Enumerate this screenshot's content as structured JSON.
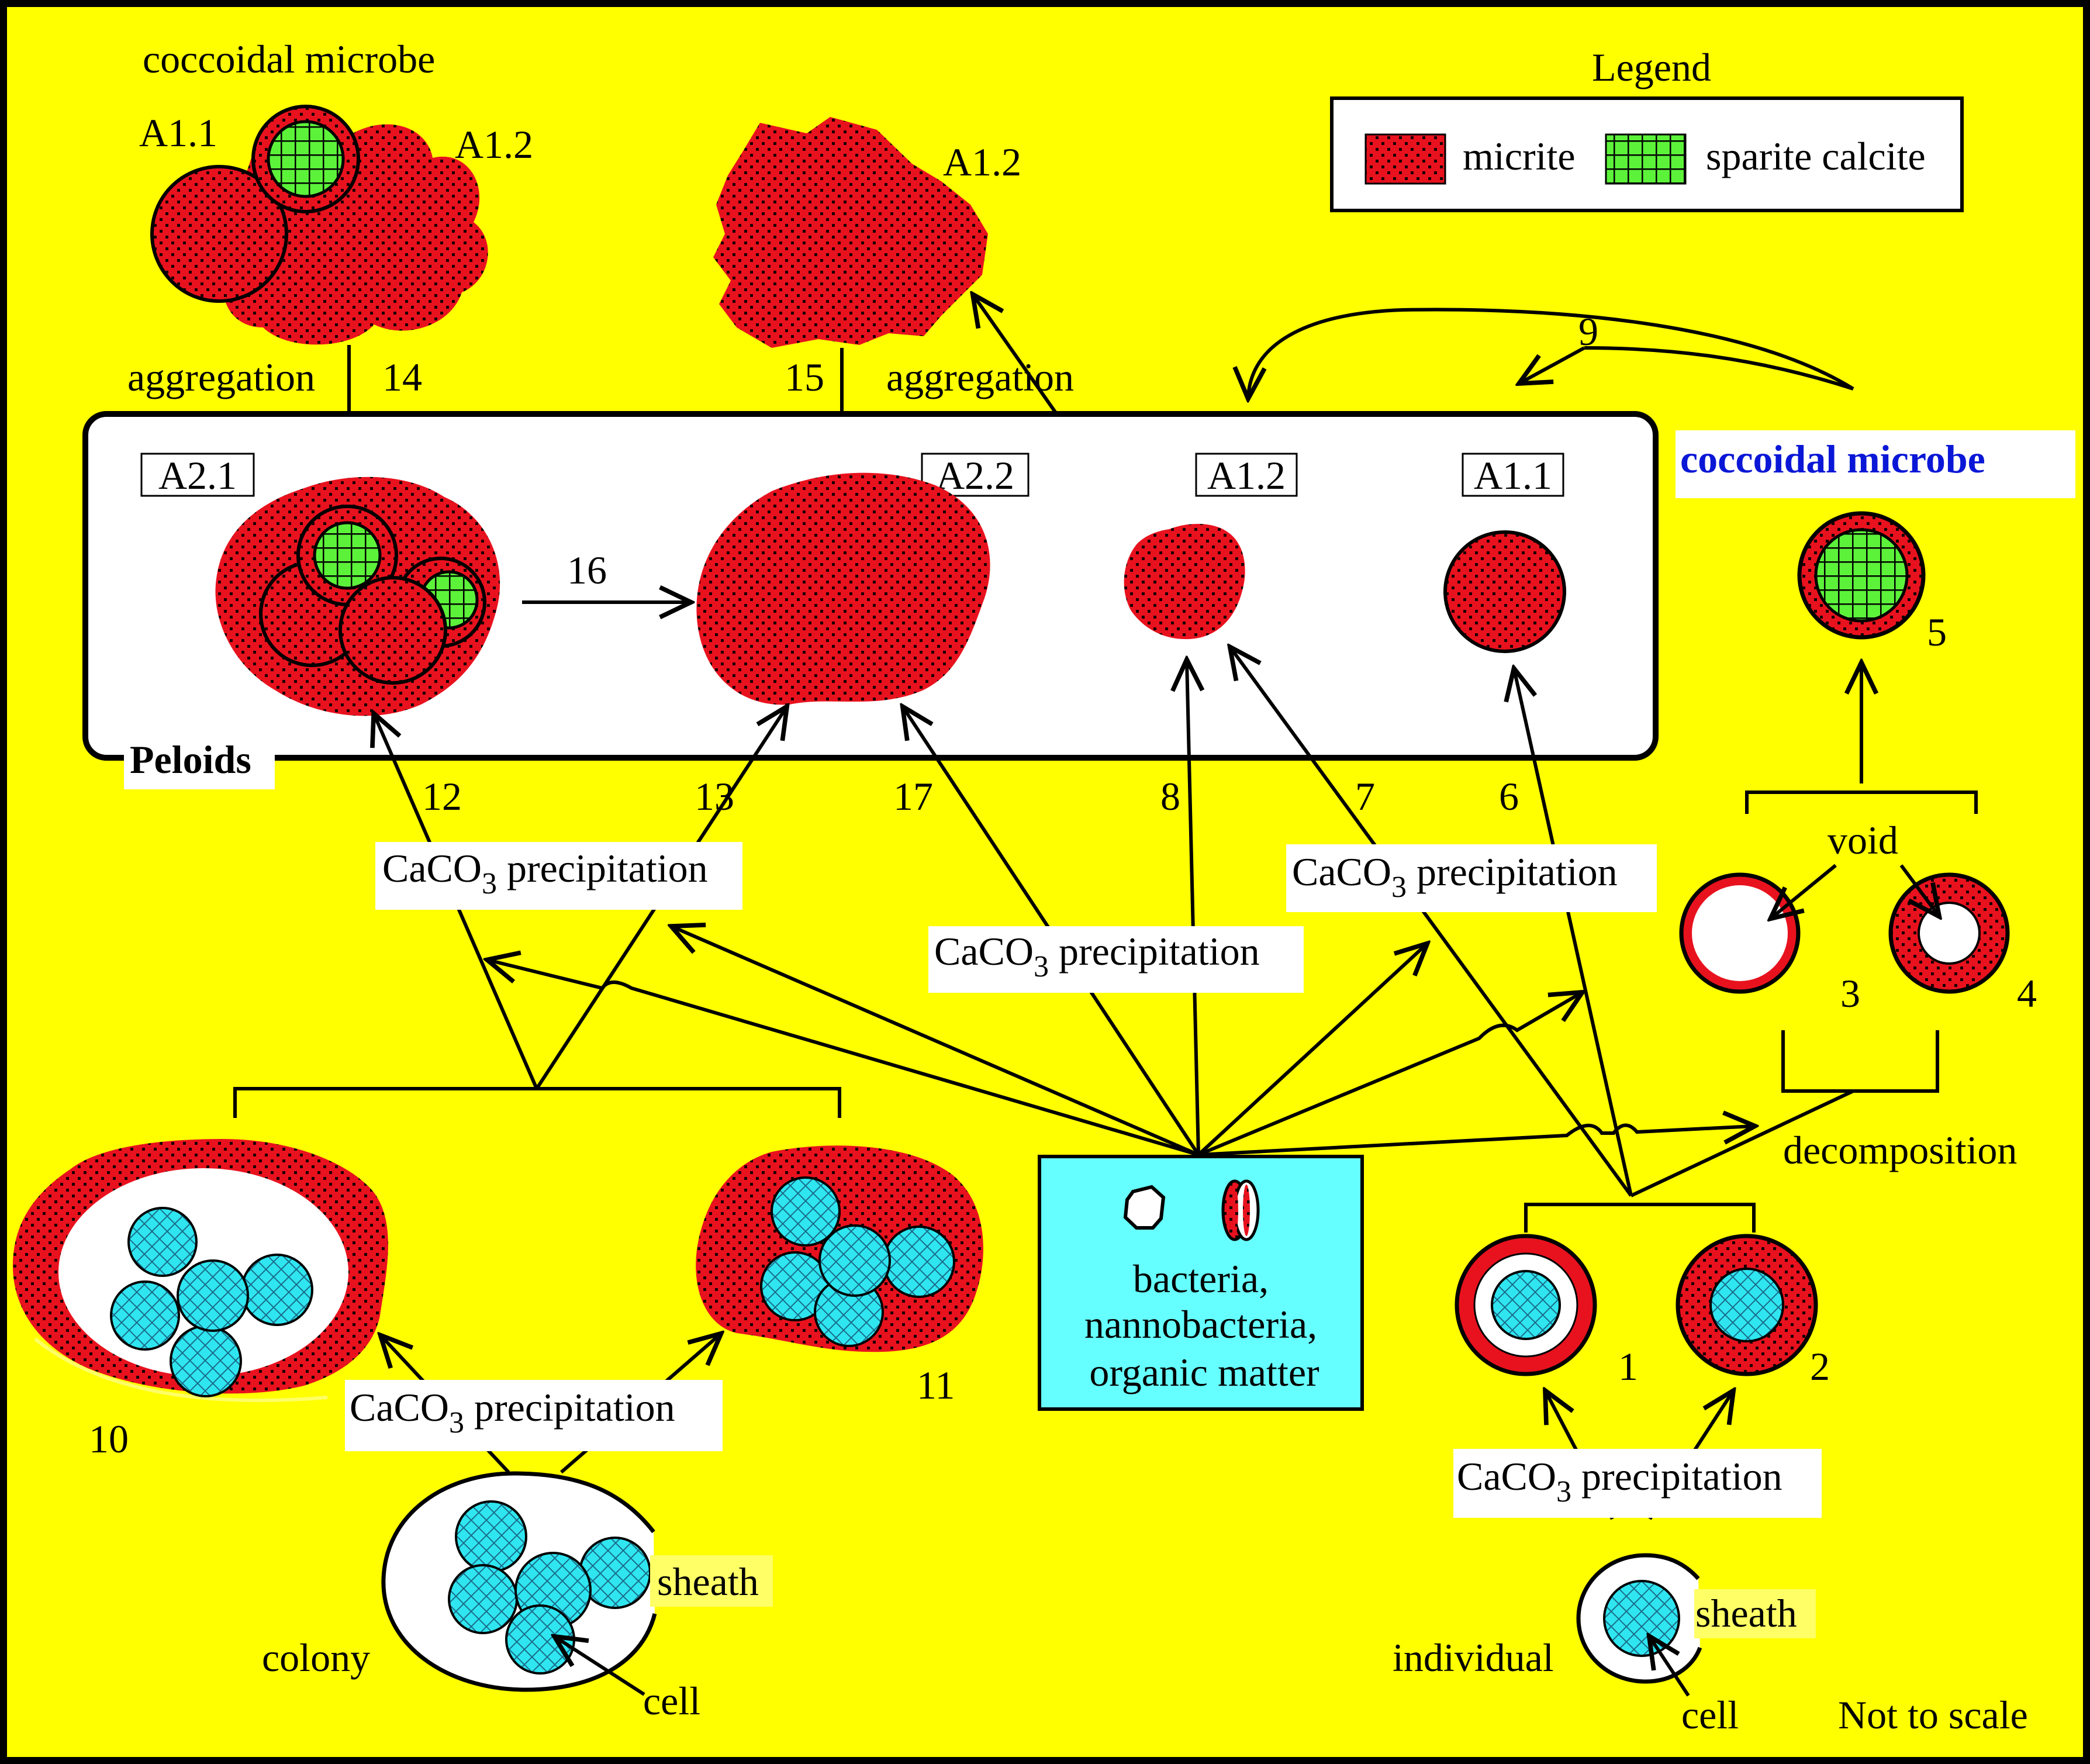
{
  "colors": {
    "background": "#ffff00",
    "micrite": "#e8121e",
    "sparite": "#5cf23a",
    "cell": "#2fe6f0",
    "peloid_box": "#ffffff",
    "source_box": "#66ffff",
    "accent_title": "#0a17d6"
  },
  "legend": {
    "title": "Legend",
    "micrite_label": "micrite",
    "sparite_label": "sparite calcite"
  },
  "top_left": {
    "title": "coccoidal  microbe",
    "label_a11": "A1.1",
    "label_a12": "A1.2",
    "aggregation": "aggregation",
    "step": "14"
  },
  "top_mid": {
    "label_a12": "A1.2",
    "step": "15",
    "aggregation": "aggregation"
  },
  "arc_step": "9",
  "peloids": {
    "title": "Peloids",
    "a21": "A2.1",
    "a22": "A2.2",
    "a12": "A1.2",
    "a11": "A1.1",
    "step16": "16"
  },
  "right_microbe": {
    "title": "coccoidal  microbe",
    "step": "5",
    "void": "void",
    "step3": "3",
    "step4": "4",
    "decomposition": "decomposition"
  },
  "steps": {
    "s12": "12",
    "s13": "13",
    "s17": "17",
    "s8": "8",
    "s7": "7",
    "s6": "6",
    "s10": "10",
    "s11": "11",
    "s1": "1",
    "s2": "2"
  },
  "precip": {
    "base": "CaCO",
    "sub": "3",
    "rest": " precipitation"
  },
  "source": {
    "line1": "bacteria,",
    "line2": "nannobacteria,",
    "line3": "organic matter"
  },
  "colony": {
    "sheath": "sheath",
    "colony": "colony",
    "cell": "cell"
  },
  "individual": {
    "sheath": "sheath",
    "individual": "individual",
    "cell": "cell"
  },
  "footer": {
    "scale_note": "Not to scale"
  }
}
